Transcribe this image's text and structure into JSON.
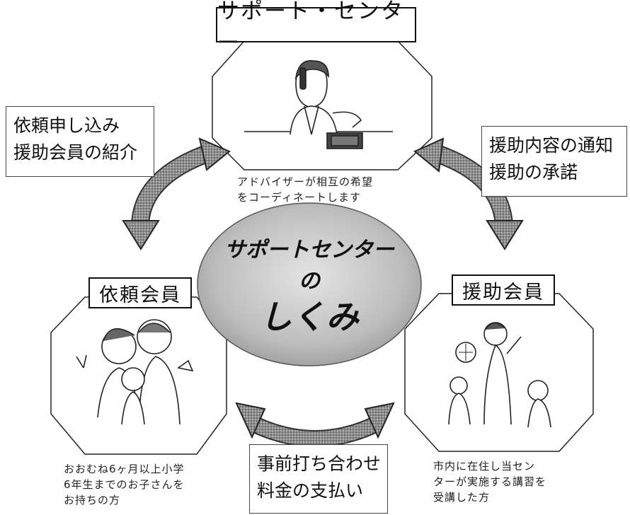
{
  "support_center": {
    "title": "サポート・センター",
    "caption_lines": [
      "アドバイザーが相互の希望",
      "をコーディネートします"
    ]
  },
  "center": {
    "line1": "サポートセンター",
    "line2": "の",
    "line3": "しくみ"
  },
  "requesting_member": {
    "title": "依頼会員",
    "caption_lines": [
      "おおむね6ヶ月以上小学",
      "6年生までのお子さんを",
      "お持ちの方"
    ]
  },
  "helping_member": {
    "title": "援助会員",
    "caption_lines": [
      "市内に在住し当セン",
      "ターが実施する講習を",
      "受講した方"
    ]
  },
  "flow_left": {
    "lines": [
      "依頼申し込み",
      "援助会員の紹介"
    ]
  },
  "flow_right": {
    "lines": [
      "援助内容の通知",
      "援助の承諾"
    ]
  },
  "flow_bottom": {
    "lines": [
      "事前打ち合わせ",
      "料金の支払い"
    ]
  }
}
